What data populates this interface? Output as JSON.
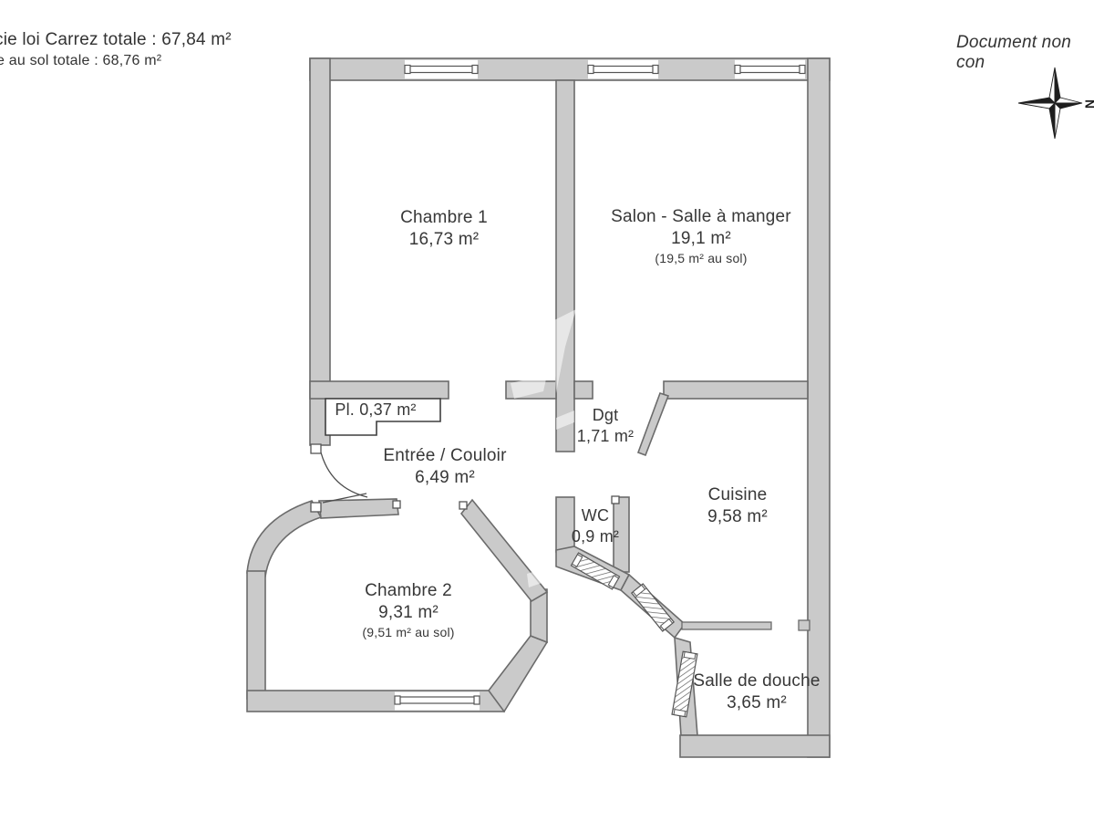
{
  "header": {
    "carrez_line": "cie loi Carrez totale :  67,84 m²",
    "floor_line": "e au sol totale :  68,76 m²",
    "disclaimer": "Document non con",
    "compass_n": "N"
  },
  "rooms": {
    "chambre1": {
      "name": "Chambre 1",
      "area": "16,73 m²"
    },
    "salon": {
      "name": "Salon - Salle à manger",
      "area": "19,1 m²",
      "floor_area": "(19,5 m² au sol)"
    },
    "placard": {
      "name": "Pl.",
      "area": "0,37 m²"
    },
    "dgt": {
      "name": "Dgt",
      "area": "1,71 m²"
    },
    "entree": {
      "name": "Entrée / Couloir",
      "area": "6,49 m²"
    },
    "wc": {
      "name": "WC",
      "area": "0,9 m²"
    },
    "cuisine": {
      "name": "Cuisine",
      "area": "9,58 m²"
    },
    "chambre2": {
      "name": "Chambre 2",
      "area": "9,31 m²",
      "floor_area": "(9,51 m² au sol)"
    },
    "salle_de_douche": {
      "name": "Salle de douche",
      "area": "3,65 m²"
    }
  },
  "colors": {
    "wall_fill": "#cacaca",
    "wall_stroke": "#6b6b6b",
    "text": "#383838"
  }
}
